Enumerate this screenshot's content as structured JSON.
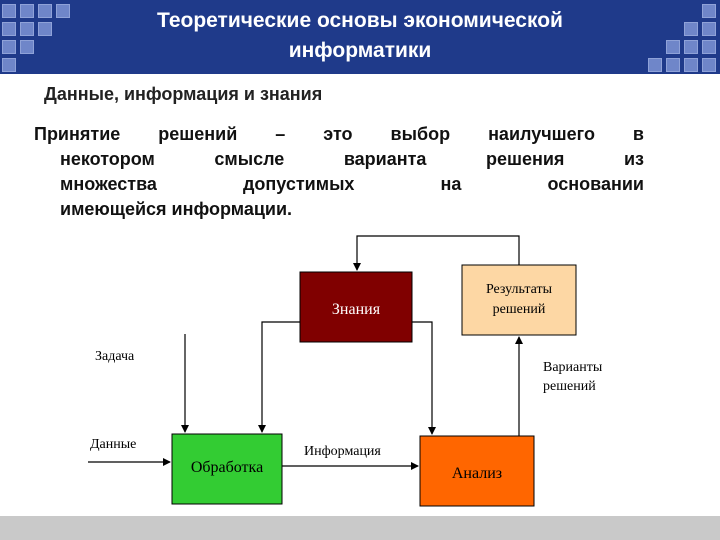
{
  "header": {
    "title_line1": "Теоретические основы экономической",
    "title_line2": "информатики"
  },
  "subtitle": "Данные, информация и знания",
  "paragraph": {
    "line1": [
      "Принятие",
      "решений",
      "–",
      "это",
      "выбор",
      "наилучшего",
      "в"
    ],
    "line2": [
      "некотором",
      "смысле",
      "варианта",
      "решения",
      "из"
    ],
    "line3": [
      "множества",
      "допустимых",
      "на",
      "основании"
    ],
    "line4": "имеющейся информации."
  },
  "diagram": {
    "knowledge": "Знания",
    "results_line1": "Результаты",
    "results_line2": "решений",
    "processing": "Обработка",
    "analysis": "Анализ",
    "task": "Задача",
    "data": "Данные",
    "information": "Информация",
    "variants_line1": "Варианты",
    "variants_line2": "решений"
  },
  "colors": {
    "header": "#1f3a8a",
    "knowledge": "#800000",
    "results": "#fdd7a4",
    "processing": "#33cc33",
    "analysis": "#ff6600"
  }
}
